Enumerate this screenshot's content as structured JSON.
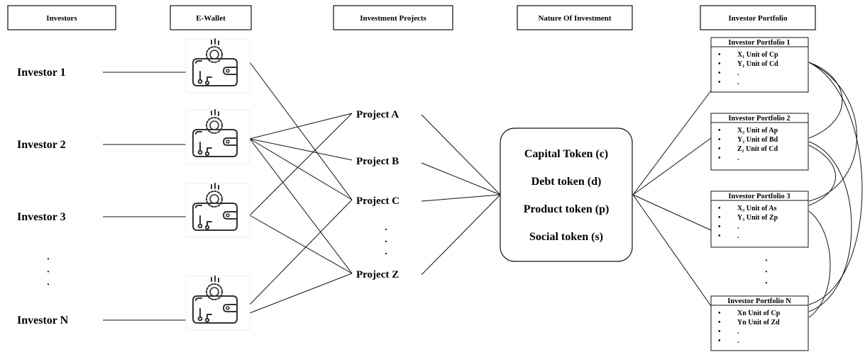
{
  "headers": {
    "investors": "Investors",
    "ewallet": "E-Wallet",
    "projects": "Investment Projects",
    "nature": "Nature Of Investment",
    "portfolio": "Investor Portfolio"
  },
  "investors": [
    "Investor 1",
    "Investor 2",
    "Investor 3",
    "Investor N"
  ],
  "investor_ellipsis": [
    "·",
    "·",
    "·"
  ],
  "wallets": [
    {
      "icon": "wallet-icon"
    },
    {
      "icon": "wallet-icon"
    },
    {
      "icon": "wallet-icon"
    },
    {
      "icon": "wallet-icon"
    }
  ],
  "projects": [
    "Project A",
    "Project B",
    "Project C",
    "Project Z"
  ],
  "project_ellipsis": [
    ".",
    ".",
    "."
  ],
  "tokens": [
    "Capital Token (c)",
    "Debt token (d)",
    "Product token (p)",
    "Social token (s)"
  ],
  "portfolios": [
    {
      "title": "Investor Portfolio 1",
      "items": [
        "X₁ Unit of Cp",
        "Y₁ Unit of Cd",
        ".",
        "."
      ]
    },
    {
      "title": "Investor Portfolio 2",
      "items": [
        "X₂ Unit of Ap",
        "Y₂ Unit of Bd",
        "Z₂ Unit of Cd",
        "."
      ]
    },
    {
      "title": "Investor Portfolio 3",
      "items": [
        "X₃ Unit of As",
        "Y₃ Unit of Zp",
        ".",
        "."
      ]
    },
    {
      "title": "Investor Portfolio N",
      "items": [
        "Xn Unit of Cp",
        "Yn Unit of Zd",
        ".",
        "."
      ]
    }
  ],
  "portfolio_ellipsis": [
    "·",
    "·",
    "·"
  ],
  "bullet": "•",
  "colors": {
    "line": "#111111",
    "box": "#111111",
    "background": "#ffffff"
  }
}
